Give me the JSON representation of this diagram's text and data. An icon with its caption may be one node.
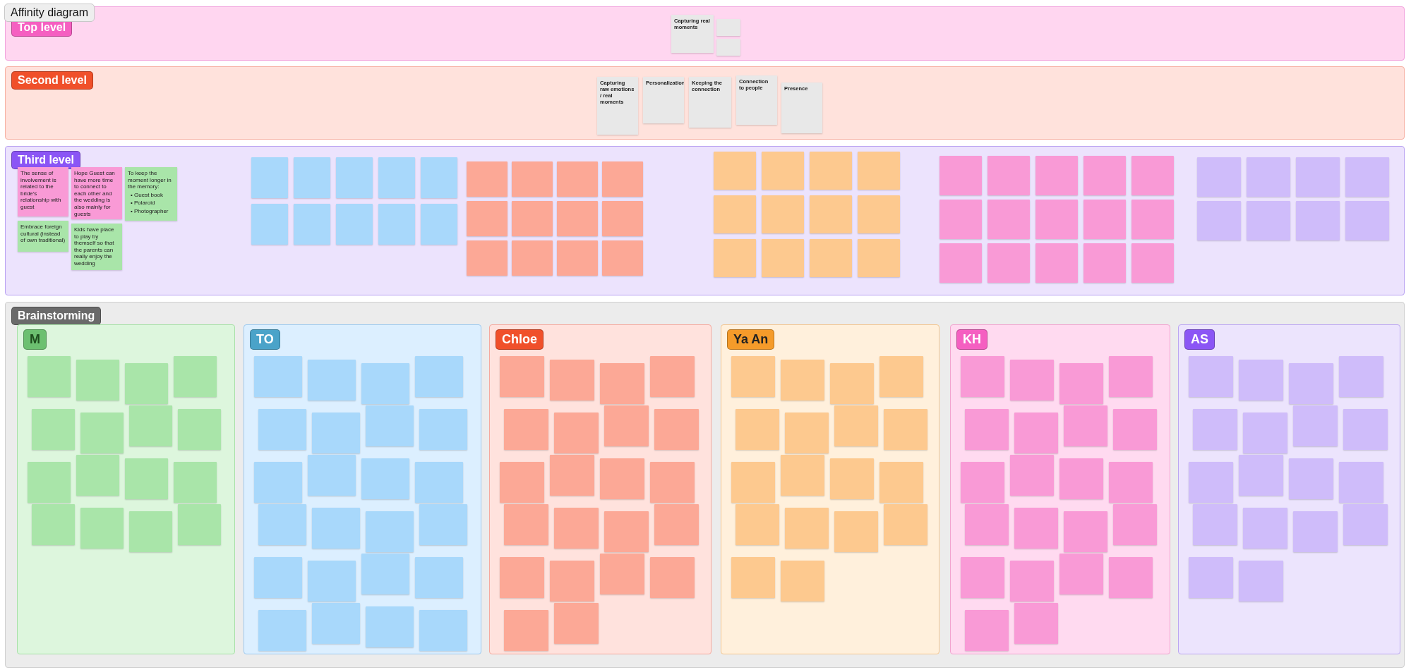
{
  "diagram": {
    "title": "Affinity diagram",
    "nodes": [
      {
        "text": [
          "Top level"
        ]
      },
      {
        "text": [
          "Capturing real moments"
        ],
        "in": 0
      },
      {
        "text": [],
        "shape": "box",
        "in": 0
      },
      {
        "text": [],
        "shape": "box",
        "in": 0
      },
      {
        "text": [
          "Second level"
        ]
      },
      {
        "text": [
          "Capturing raw emotions / real moments"
        ],
        "in": 4
      },
      {
        "text": [
          "Personalization"
        ],
        "in": 4
      },
      {
        "text": [
          "Keeping the connection"
        ],
        "in": 4
      },
      {
        "text": [
          "Connection to people"
        ],
        "in": 4
      },
      {
        "text": [
          "Presence"
        ],
        "in": 4
      },
      {
        "text": [
          "Third level"
        ]
      },
      {
        "text": [
          "The sense of involvement is related to the bride's relationship with guest"
        ],
        "in": 10
      },
      {
        "text": [
          "Hope Guest can have more time to connect to each other and the wedding is also mainly for guests"
        ],
        "in": 10
      },
      {
        "text": [
          "To keep the moment longer in the memory:",
          "• Guest book",
          "• Polaroid",
          "• Photographer"
        ],
        "in": 10
      },
      {
        "text": [
          "Embrace foreign cultural (instead of own traditional)"
        ],
        "in": 10
      },
      {
        "text": [
          "Kids have place to play by themself so that the parents can really enjoy the wedding"
        ],
        "in": 10
      },
      {
        "text": [],
        "shape": "box",
        "in": 10
      },
      {
        "text": [],
        "shape": "box",
        "in": 10
      },
      {
        "text": [],
        "shape": "box",
        "in": 10
      },
      {
        "text": [],
        "shape": "box",
        "in": 10
      },
      {
        "text": [],
        "shape": "box",
        "in": 10
      },
      {
        "text": [],
        "shape": "box",
        "in": 10
      },
      {
        "text": [],
        "shape": "box",
        "in": 10
      },
      {
        "text": [],
        "shape": "box",
        "in": 10
      },
      {
        "text": [],
        "shape": "box",
        "in": 10
      },
      {
        "text": [],
        "shape": "box",
        "in": 10
      },
      {
        "text": [],
        "shape": "box",
        "in": 10
      },
      {
        "text": [],
        "shape": "box",
        "in": 10
      },
      {
        "text": [],
        "shape": "box",
        "in": 10
      },
      {
        "text": [],
        "shape": "box",
        "in": 10
      },
      {
        "text": [],
        "shape": "box",
        "in": 10
      },
      {
        "text": [],
        "shape": "box",
        "in": 10
      },
      {
        "text": [],
        "shape": "box",
        "in": 10
      },
      {
        "text": [],
        "shape": "box",
        "in": 10
      },
      {
        "text": [],
        "shape": "box",
        "in": 10
      },
      {
        "text": [],
        "shape": "box",
        "in": 10
      },
      {
        "text": [],
        "shape": "box",
        "in": 10
      },
      {
        "text": [],
        "shape": "box",
        "in": 10
      },
      {
        "text": [],
        "shape": "box",
        "in": 10
      },
      {
        "text": [],
        "shape": "box",
        "in": 10
      },
      {
        "text": [],
        "shape": "box",
        "in": 10
      },
      {
        "text": [],
        "shape": "box",
        "in": 10
      },
      {
        "text": [],
        "shape": "box",
        "in": 10
      },
      {
        "text": [],
        "shape": "box",
        "in": 10
      },
      {
        "text": [],
        "shape": "box",
        "in": 10
      },
      {
        "text": [],
        "shape": "box",
        "in": 10
      },
      {
        "text": [],
        "shape": "box",
        "in": 10
      },
      {
        "text": [],
        "shape": "box",
        "in": 10
      },
      {
        "text": [],
        "shape": "box",
        "in": 10
      },
      {
        "text": [],
        "shape": "box",
        "in": 10
      },
      {
        "text": [],
        "shape": "box",
        "in": 10
      },
      {
        "text": [],
        "shape": "box",
        "in": 10
      },
      {
        "text": [],
        "shape": "box",
        "in": 10
      },
      {
        "text": [],
        "shape": "box",
        "in": 10
      },
      {
        "text": [],
        "shape": "box",
        "in": 10
      },
      {
        "text": [],
        "shape": "box",
        "in": 10
      },
      {
        "text": [],
        "shape": "box",
        "in": 10
      },
      {
        "text": [],
        "shape": "box",
        "in": 10
      },
      {
        "text": [],
        "shape": "box",
        "in": 10
      },
      {
        "text": [],
        "shape": "box",
        "in": 10
      },
      {
        "text": [],
        "shape": "box",
        "in": 10
      },
      {
        "text": [],
        "shape": "box",
        "in": 10
      },
      {
        "text": [],
        "shape": "box",
        "in": 10
      },
      {
        "text": [],
        "shape": "box",
        "in": 10
      },
      {
        "text": [],
        "shape": "box",
        "in": 10
      },
      {
        "text": [],
        "shape": "box",
        "in": 10
      },
      {
        "text": [],
        "shape": "box",
        "in": 10
      },
      {
        "text": [],
        "shape": "box",
        "in": 10
      },
      {
        "text": [],
        "shape": "box",
        "in": 10
      },
      {
        "text": [],
        "shape": "box",
        "in": 10
      },
      {
        "text": [],
        "shape": "box",
        "in": 10
      },
      {
        "text": [],
        "shape": "box",
        "in": 10
      },
      {
        "text": [],
        "shape": "box",
        "in": 10
      },
      {
        "text": [
          "Brainstorming"
        ]
      },
      {
        "text": [
          "M"
        ],
        "in": 73
      },
      {
        "text": [],
        "shape": "box",
        "in": 74
      },
      {
        "text": [],
        "shape": "box",
        "in": 74
      },
      {
        "text": [],
        "shape": "box",
        "in": 74
      },
      {
        "text": [],
        "shape": "box",
        "in": 74
      },
      {
        "text": [],
        "shape": "box",
        "in": 74
      },
      {
        "text": [],
        "shape": "box",
        "in": 74
      },
      {
        "text": [],
        "shape": "box",
        "in": 74
      },
      {
        "text": [],
        "shape": "box",
        "in": 74
      },
      {
        "text": [],
        "shape": "box",
        "in": 74
      },
      {
        "text": [],
        "shape": "box",
        "in": 74
      },
      {
        "text": [],
        "shape": "box",
        "in": 74
      },
      {
        "text": [],
        "shape": "box",
        "in": 74
      },
      {
        "text": [],
        "shape": "box",
        "in": 74
      },
      {
        "text": [],
        "shape": "box",
        "in": 74
      },
      {
        "text": [],
        "shape": "box",
        "in": 74
      },
      {
        "text": [],
        "shape": "box",
        "in": 74
      },
      {
        "text": [
          "TO"
        ],
        "in": 73
      },
      {
        "text": [],
        "shape": "box",
        "in": 91
      },
      {
        "text": [],
        "shape": "box",
        "in": 91
      },
      {
        "text": [],
        "shape": "box",
        "in": 91
      },
      {
        "text": [],
        "shape": "box",
        "in": 91
      },
      {
        "text": [],
        "shape": "box",
        "in": 91
      },
      {
        "text": [],
        "shape": "box",
        "in": 91
      },
      {
        "text": [],
        "shape": "box",
        "in": 91
      },
      {
        "text": [],
        "shape": "box",
        "in": 91
      },
      {
        "text": [],
        "shape": "box",
        "in": 91
      },
      {
        "text": [],
        "shape": "box",
        "in": 91
      },
      {
        "text": [],
        "shape": "box",
        "in": 91
      },
      {
        "text": [],
        "shape": "box",
        "in": 91
      },
      {
        "text": [],
        "shape": "box",
        "in": 91
      },
      {
        "text": [],
        "shape": "box",
        "in": 91
      },
      {
        "text": [],
        "shape": "box",
        "in": 91
      },
      {
        "text": [],
        "shape": "box",
        "in": 91
      },
      {
        "text": [],
        "shape": "box",
        "in": 91
      },
      {
        "text": [],
        "shape": "box",
        "in": 91
      },
      {
        "text": [],
        "shape": "box",
        "in": 91
      },
      {
        "text": [],
        "shape": "box",
        "in": 91
      },
      {
        "text": [],
        "shape": "box",
        "in": 91
      },
      {
        "text": [],
        "shape": "box",
        "in": 91
      },
      {
        "text": [],
        "shape": "box",
        "in": 91
      },
      {
        "text": [],
        "shape": "box",
        "in": 91
      },
      {
        "text": [
          "Chloe"
        ],
        "in": 73
      },
      {
        "text": [],
        "shape": "box",
        "in": 116
      },
      {
        "text": [],
        "shape": "box",
        "in": 116
      },
      {
        "text": [],
        "shape": "box",
        "in": 116
      },
      {
        "text": [],
        "shape": "box",
        "in": 116
      },
      {
        "text": [],
        "shape": "box",
        "in": 116
      },
      {
        "text": [],
        "shape": "box",
        "in": 116
      },
      {
        "text": [],
        "shape": "box",
        "in": 116
      },
      {
        "text": [],
        "shape": "box",
        "in": 116
      },
      {
        "text": [],
        "shape": "box",
        "in": 116
      },
      {
        "text": [],
        "shape": "box",
        "in": 116
      },
      {
        "text": [],
        "shape": "box",
        "in": 116
      },
      {
        "text": [],
        "shape": "box",
        "in": 116
      },
      {
        "text": [],
        "shape": "box",
        "in": 116
      },
      {
        "text": [],
        "shape": "box",
        "in": 116
      },
      {
        "text": [],
        "shape": "box",
        "in": 116
      },
      {
        "text": [],
        "shape": "box",
        "in": 116
      },
      {
        "text": [],
        "shape": "box",
        "in": 116
      },
      {
        "text": [],
        "shape": "box",
        "in": 116
      },
      {
        "text": [],
        "shape": "box",
        "in": 116
      },
      {
        "text": [],
        "shape": "box",
        "in": 116
      },
      {
        "text": [],
        "shape": "box",
        "in": 116
      },
      {
        "text": [],
        "shape": "box",
        "in": 116
      },
      {
        "text": [
          "Ya An"
        ],
        "in": 73
      },
      {
        "text": [],
        "shape": "box",
        "in": 139
      },
      {
        "text": [],
        "shape": "box",
        "in": 139
      },
      {
        "text": [],
        "shape": "box",
        "in": 139
      },
      {
        "text": [],
        "shape": "box",
        "in": 139
      },
      {
        "text": [],
        "shape": "box",
        "in": 139
      },
      {
        "text": [],
        "shape": "box",
        "in": 139
      },
      {
        "text": [],
        "shape": "box",
        "in": 139
      },
      {
        "text": [],
        "shape": "box",
        "in": 139
      },
      {
        "text": [],
        "shape": "box",
        "in": 139
      },
      {
        "text": [],
        "shape": "box",
        "in": 139
      },
      {
        "text": [],
        "shape": "box",
        "in": 139
      },
      {
        "text": [],
        "shape": "box",
        "in": 139
      },
      {
        "text": [],
        "shape": "box",
        "in": 139
      },
      {
        "text": [],
        "shape": "box",
        "in": 139
      },
      {
        "text": [],
        "shape": "box",
        "in": 139
      },
      {
        "text": [],
        "shape": "box",
        "in": 139
      },
      {
        "text": [],
        "shape": "box",
        "in": 139
      },
      {
        "text": [],
        "shape": "box",
        "in": 139
      },
      {
        "text": [
          "KH"
        ],
        "in": 73
      },
      {
        "text": [],
        "shape": "box",
        "in": 158
      },
      {
        "text": [],
        "shape": "box",
        "in": 158
      },
      {
        "text": [],
        "shape": "box",
        "in": 158
      },
      {
        "text": [],
        "shape": "box",
        "in": 158
      },
      {
        "text": [],
        "shape": "box",
        "in": 158
      },
      {
        "text": [],
        "shape": "box",
        "in": 158
      },
      {
        "text": [],
        "shape": "box",
        "in": 158
      },
      {
        "text": [],
        "shape": "box",
        "in": 158
      },
      {
        "text": [],
        "shape": "box",
        "in": 158
      },
      {
        "text": [],
        "shape": "box",
        "in": 158
      },
      {
        "text": [],
        "shape": "box",
        "in": 158
      },
      {
        "text": [],
        "shape": "box",
        "in": 158
      },
      {
        "text": [],
        "shape": "box",
        "in": 158
      },
      {
        "text": [],
        "shape": "box",
        "in": 158
      },
      {
        "text": [],
        "shape": "box",
        "in": 158
      },
      {
        "text": [],
        "shape": "box",
        "in": 158
      },
      {
        "text": [],
        "shape": "box",
        "in": 158
      },
      {
        "text": [],
        "shape": "box",
        "in": 158
      },
      {
        "text": [],
        "shape": "box",
        "in": 158
      },
      {
        "text": [],
        "shape": "box",
        "in": 158
      },
      {
        "text": [],
        "shape": "box",
        "in": 158
      },
      {
        "text": [],
        "shape": "box",
        "in": 158
      },
      {
        "text": [
          "AS"
        ],
        "in": 73
      },
      {
        "text": [],
        "shape": "box",
        "in": 181
      },
      {
        "text": [],
        "shape": "box",
        "in": 181
      },
      {
        "text": [],
        "shape": "box",
        "in": 181
      },
      {
        "text": [],
        "shape": "box",
        "in": 181
      },
      {
        "text": [],
        "shape": "box",
        "in": 181
      },
      {
        "text": [],
        "shape": "box",
        "in": 181
      },
      {
        "text": [],
        "shape": "box",
        "in": 181
      },
      {
        "text": [],
        "shape": "box",
        "in": 181
      },
      {
        "text": [],
        "shape": "box",
        "in": 181
      },
      {
        "text": [],
        "shape": "box",
        "in": 181
      },
      {
        "text": [],
        "shape": "box",
        "in": 181
      },
      {
        "text": [],
        "shape": "box",
        "in": 181
      },
      {
        "text": [],
        "shape": "box",
        "in": 181
      },
      {
        "text": [],
        "shape": "box",
        "in": 181
      },
      {
        "text": [],
        "shape": "box",
        "in": 181
      },
      {
        "text": [],
        "shape": "box",
        "in": 181
      },
      {
        "text": [],
        "shape": "box",
        "in": 181
      },
      {
        "text": [],
        "shape": "box",
        "in": 181
      }
    ]
  }
}
